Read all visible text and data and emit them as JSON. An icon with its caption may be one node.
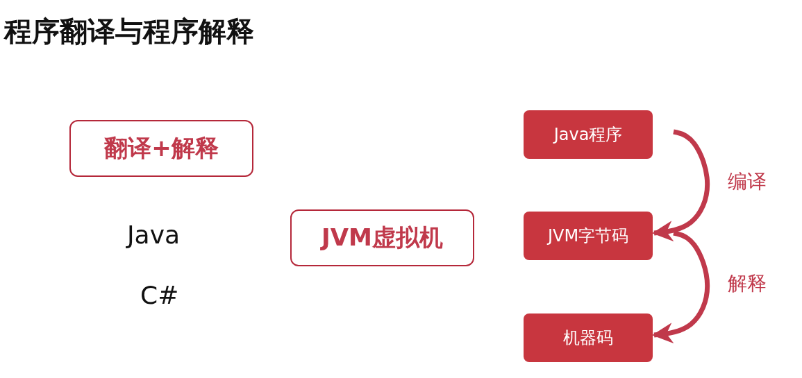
{
  "diagram": {
    "title": "程序翻译与程序解释",
    "nodes": [
      {
        "text": [
          "翻译+解释"
        ]
      },
      {
        "text": [
          "JVM虚拟机"
        ]
      },
      {
        "text": [
          "Java程序"
        ]
      },
      {
        "text": [
          "JVM字节码"
        ]
      },
      {
        "text": [
          "机器码"
        ]
      }
    ],
    "edges": [
      {
        "from": 2,
        "to": 3,
        "arrow": "to",
        "label": "编译"
      },
      {
        "from": 3,
        "to": 4,
        "arrow": "to",
        "label": "解释"
      }
    ],
    "labels": [
      "Java",
      "C#"
    ]
  }
}
